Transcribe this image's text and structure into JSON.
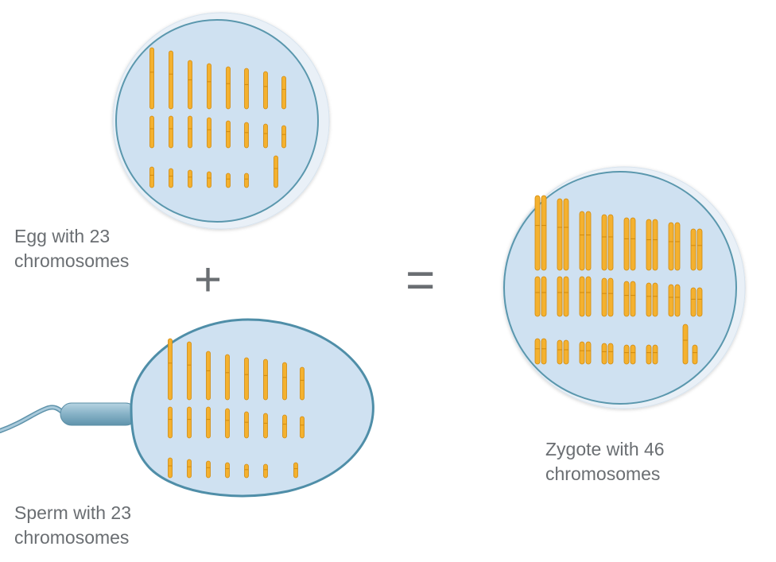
{
  "labels": {
    "egg": [
      "Egg with 23",
      "chromosomes"
    ],
    "sperm": [
      "Sperm with 23",
      "chromosomes"
    ],
    "zygote": [
      "Zygote with 46",
      "chromosomes"
    ]
  },
  "operators": {
    "plus": "+",
    "equals": "="
  },
  "colors": {
    "cell_fill": "#cfe1f1",
    "cell_rim": "#e8eff6",
    "cell_outline": "#5a97ad",
    "chromosome": "#f4b12f",
    "chromosome_edge": "#d18a0e",
    "tail": "#8bb7cb",
    "text": "#6a6e72"
  }
}
